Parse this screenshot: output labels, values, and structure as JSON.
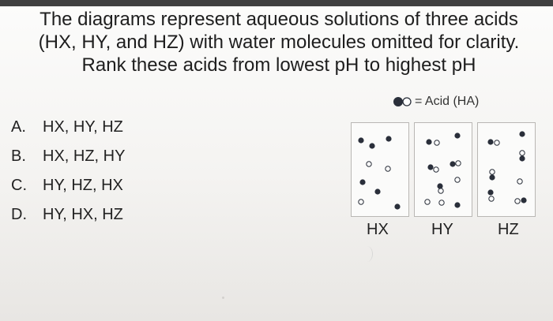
{
  "question": {
    "line1": "The diagrams represent aqueous solutions of three acids",
    "line2": "(HX, HY, and HZ) with water molecules omitted for clarity.",
    "line3": "Rank these acids from lowest pH to highest pH"
  },
  "legend": {
    "text": "= Acid (HA)"
  },
  "options": [
    {
      "letter": "A.",
      "text": "HX, HY, HZ"
    },
    {
      "letter": "B.",
      "text": "HX, HZ, HY"
    },
    {
      "letter": "C.",
      "text": "HY, HZ, HX"
    },
    {
      "letter": "D.",
      "text": "HY, HX, HZ"
    }
  ],
  "diagrams": [
    {
      "label": "HX"
    },
    {
      "label": "HY"
    },
    {
      "label": "HZ"
    }
  ],
  "colors": {
    "dot": "#2a2f3a",
    "text": "#1e1e1e"
  }
}
